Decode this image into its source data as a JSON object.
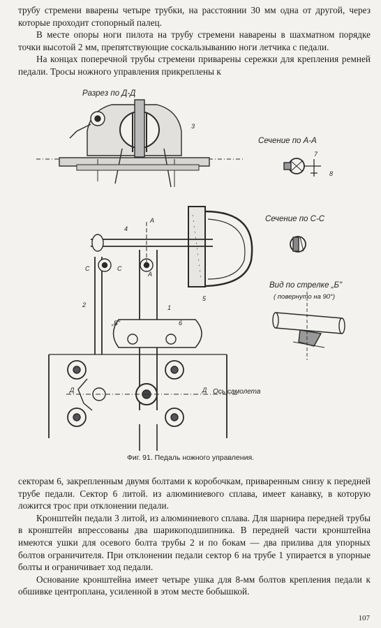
{
  "text_top": [
    "трубу стремени вварены четыре трубки, на расстоянии 30 мм одна от другой, через которые проходит стопорный палец.",
    "В месте опоры ноги пилота на трубу стремени наварены в шахматном порядке точки высотой 2 мм, препятствующие соскальзыванию ноги летчика с педали.",
    "На концах поперечной трубы стремени приварены сережки для крепления ремней педали. Тросы ножного управления прикреплены к"
  ],
  "figure": {
    "label_section_dd": "Разрез по Д-Д",
    "label_section_aa": "Сечение по А-А",
    "label_section_cc": "Сечение по С-С",
    "label_view_b": "Вид по стрелке „Б\"",
    "label_view_b_note": "( повернуто на 90°)",
    "label_axis": "Ось самолета",
    "letter_a": "А",
    "letter_a2": "А",
    "letter_c_left": "С",
    "letter_c_right": "С",
    "letter_d_left": "Д",
    "letter_d_right": "Д",
    "letter_b": "„Б\"",
    "num_1": "1",
    "num_2": "2",
    "num_3": "3",
    "num_4": "4",
    "num_5": "5",
    "num_6": "6",
    "num_7": "7",
    "num_8": "8"
  },
  "caption": "Фиг. 91. Педаль ножного управления.",
  "text_bottom": [
    "секторам 6, закрепленным двумя болтами к коробочкам, приваренным снизу к передней трубе педали. Сектор 6 литой. из алюминиевого сплава, имеет канавку, в которую ложится трос при отклонении педали.",
    "Кронштейн педали 3 литой, из алюминиевого сплава. Для шарнира передней трубы в кронштейн впрессованы два шарикоподшипника. В передней части кронштейна имеются ушки для осевого болта трубы 2 и по бокам — два прилива для упорных болтов ограничителя. При отклонении педали сектор 6 на трубе 1 упирается в упорные болты и ограничивает ход педали.",
    "Основание кронштейна имеет четыре ушка для 8-мм болтов крепления педали к обшивке центроплана, усиленной в этом месте бобышкой."
  ],
  "page_number": "107"
}
